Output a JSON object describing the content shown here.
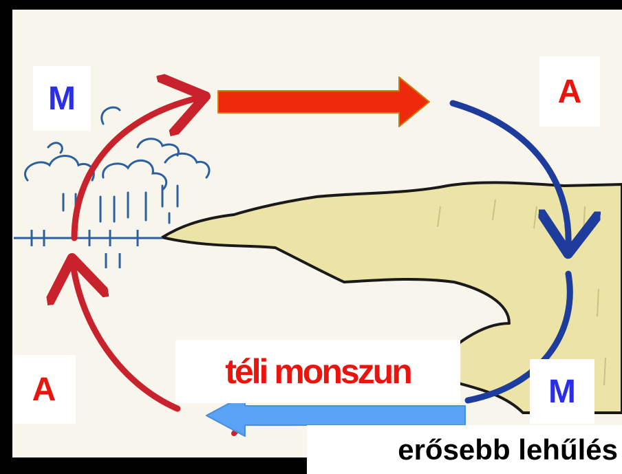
{
  "labels": {
    "m_top": "M",
    "a_top": "A",
    "a_bottom": "A",
    "m_bottom": "M",
    "winter_monsoon": "téli monszun",
    "stronger_cooling": "erősebb lehűlés"
  },
  "colors": {
    "background": "#000000",
    "paper": "#f7f5ec",
    "land": "#ece4a6",
    "red_arrow": "#ee2a0c",
    "blue_arrow": "#5aa2f5",
    "blue_letter": "#2b2ee8",
    "red_letter": "#e8150f",
    "red_text": "#e8150f",
    "black_text": "#000000",
    "sketch_red": "#c8232d",
    "sketch_blue": "#1d3c9c",
    "sketch_ink": "#2c5f9e"
  }
}
